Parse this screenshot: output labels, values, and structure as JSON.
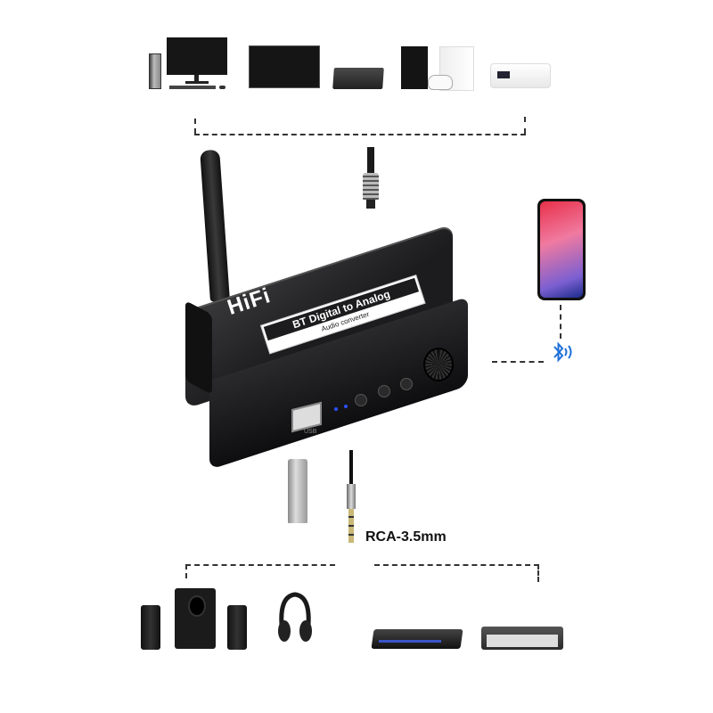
{
  "product": {
    "brand_text": "HiFi",
    "label_line1": "BT Digital to Analog",
    "label_line2": "Audio converter",
    "usb_port_label": "USB",
    "indicator_color": "#2a4fff",
    "body_color": "#1c1c1e"
  },
  "cable_label": "RCA-3.5mm",
  "input_sources": [
    {
      "name": "desktop-pc"
    },
    {
      "name": "television"
    },
    {
      "name": "set-top-box"
    },
    {
      "name": "game-consoles"
    },
    {
      "name": "projector"
    }
  ],
  "output_devices": [
    {
      "name": "speaker-system"
    },
    {
      "name": "headphones"
    },
    {
      "name": "dvd-player"
    },
    {
      "name": "video-encoder"
    }
  ],
  "wireless": {
    "source": "smartphone",
    "connection": "bluetooth",
    "accent_color": "#1e6fd9"
  }
}
